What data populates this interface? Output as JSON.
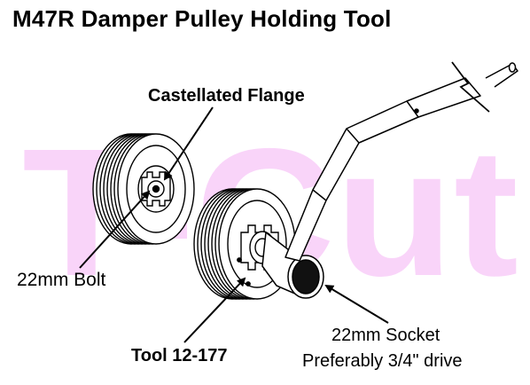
{
  "title": "M47R Damper Pulley Holding Tool",
  "watermark": "T-Cut",
  "labels": {
    "castellated_flange": "Castellated Flange",
    "bolt": "22mm Bolt",
    "tool": "Tool 12-177",
    "socket_line1": "22mm Socket",
    "socket_line2": "Preferably 3/4\" drive"
  },
  "colors": {
    "watermark": "#f9d4f9",
    "line": "#000000",
    "background": "#ffffff"
  }
}
